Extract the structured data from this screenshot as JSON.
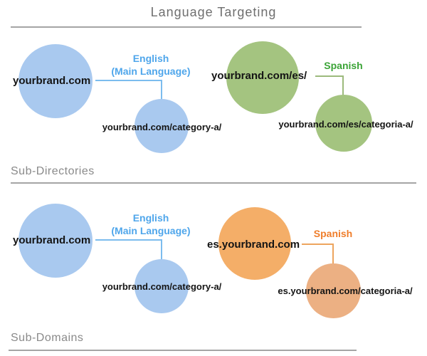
{
  "title": "Language Targeting",
  "colors": {
    "blue_circle": "#a9c9ef",
    "blue_accent": "#4fa6eb",
    "blue_line": "#7cbcee",
    "green_circle": "#a4c480",
    "green_accent": "#3ba437",
    "green_line": "#9cba7c",
    "orange_circle": "#f4ae68",
    "orange_circle_small": "#ecb083",
    "orange_accent": "#ef7d2a",
    "orange_line": "#eda55e",
    "heading_gray": "#6f6f6f",
    "section_gray": "#8a8a8a",
    "divider_gray": "#a5a5a5",
    "domain_black": "#141414"
  },
  "sections": [
    {
      "label": "Sub-Directories",
      "english": {
        "main_domain": "yourbrand.com",
        "language_line1": "English",
        "language_line2": "(Main Language)",
        "sub_page": "yourbrand.com/category-a/"
      },
      "spanish": {
        "main_domain": "yourbrand.com/es/",
        "language": "Spanish",
        "sub_page": "yourbrand.com/es/categoria-a/"
      }
    },
    {
      "label": "Sub-Domains",
      "english": {
        "main_domain": "yourbrand.com",
        "language_line1": "English",
        "language_line2": "(Main Language)",
        "sub_page": "yourbrand.com/category-a/"
      },
      "spanish": {
        "main_domain": "es.yourbrand.com",
        "language": "Spanish",
        "sub_page": "es.yourbrand.com/categoria-a/"
      }
    }
  ]
}
